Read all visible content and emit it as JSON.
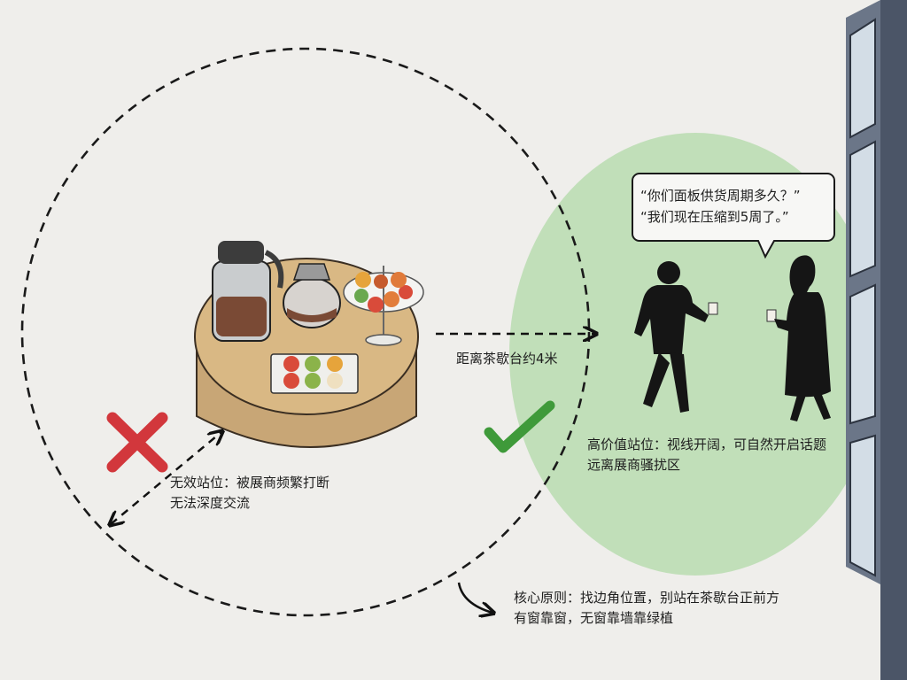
{
  "speech": {
    "line1": "“你们面板供货周期多久？”",
    "line2": "“我们现在压缩到5周了。”"
  },
  "distance_label": "距离茶歇台约4米",
  "bad_spot": {
    "line1": "无效站位：被展商频繁打断",
    "line2": "无法深度交流"
  },
  "good_spot": {
    "line1": "高价值站位：视线开阔，可自然开启话题",
    "line2": "远离展商骚扰区"
  },
  "core_rule": {
    "line1": "核心原则：找边角位置，别站在茶歇台正前方",
    "line2": "有窗靠窗，无窗靠墙靠绿植"
  },
  "colors": {
    "background": "#efeeeb",
    "green_zone": "#b9dcb0",
    "cross": "#d2373c",
    "check": "#3f9a3a",
    "wall": "#4b5567",
    "table_top": "#d9b884",
    "table_side": "#c8a676"
  },
  "icons": [
    "cross-mark-icon",
    "check-mark-icon",
    "coffee-cup-icon"
  ]
}
